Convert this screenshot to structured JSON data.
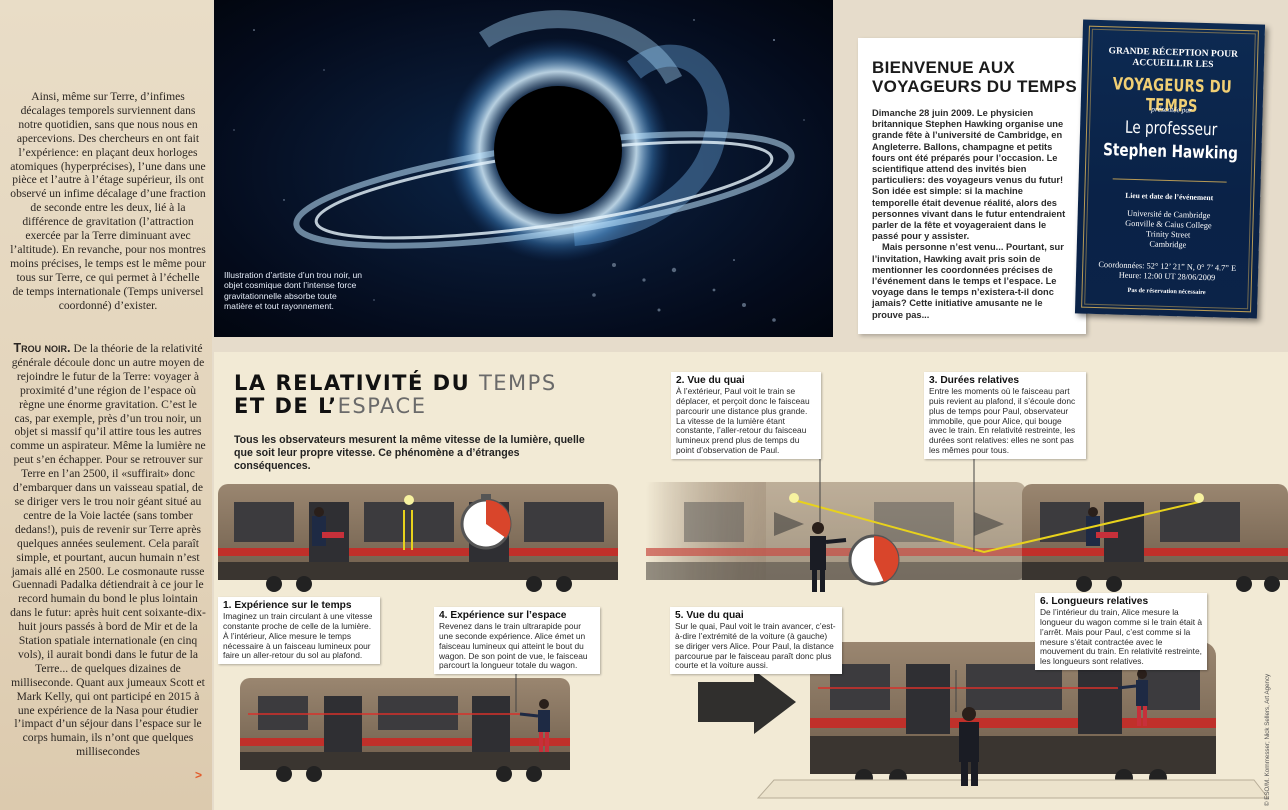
{
  "left_column": {
    "para1": "Ainsi, même sur Terre, d’infimes décalages temporels surviennent dans notre quotidien, sans que nous nous en apercevions. Des chercheurs en ont fait l’expérience: en plaçant deux horloges atomiques (hyperprécises), l’une dans une pièce et l’autre à l’étage supérieur, ils ont observé un infime décalage d’une fraction de seconde entre les deux, lié à la différence de gravitation (l’attraction exercée par la Terre diminuant avec l’altitude). En revanche, pour nos montres moins précises, le temps est le même pour tous sur Terre, ce qui permet à l’échelle de temps internationale (Temps universel coordonné) d’exister.",
    "lead": "Trou noir.",
    "para2": "De la théorie de la relativité générale découle donc un autre moyen de rejoindre le futur de la Terre: voyager à proximité d’une région de l’espace où règne une énorme gravitation. C’est le cas, par exemple, près d’un trou noir, un objet si massif qu’il attire tous les autres comme un aspirateur. Même la lumière ne peut s’en échapper. Pour se retrouver sur Terre en l’an 2500, il «suffirait» donc d’embarquer dans un vaisseau spatial, de se diriger vers le trou noir géant situé au centre de la Voie lactée (sans tomber dedans!), puis de revenir sur Terre après quelques années seulement. Cela paraît simple, et pourtant, aucun humain n’est jamais allé en 2500. Le cosmonaute russe Guennadi Padalka détiendrait à ce jour le record humain du bond le plus lointain dans le futur: après huit cent soixante-dix-huit jours passés à bord de Mir et de la Station spatiale internationale (en cinq vols), il aurait bondi dans le futur de la Terre... de quelques dizaines de milliseconde. Quant aux jumeaux Scott et Mark Kelly, qui ont participé en 2015 à une expérience de la Nasa pour étudier l’impact d’un séjour dans l’espace sur le corps humain, ils n’ont que quelques millisecondes",
    "continue_marker": ">"
  },
  "image": {
    "caption": "Illustration d’artiste d’un trou noir, un objet cosmique dont l’intense force gravitationnelle absorbe toute matière et tout rayonnement."
  },
  "news": {
    "title": "BIENVENUE AUX VOYAGEURS DU TEMPS",
    "body1": "Dimanche 28 juin 2009. Le physicien britannique Stephen Hawking organise une grande fête à l’université de Cambridge, en Angleterre. Ballons, champagne et petits fours ont été préparés pour l’occasion. Le scientifique attend des invités bien particuliers: des voyageurs venus du futur! Son idée est simple: si la machine temporelle était devenue réalité, alors des personnes vivant dans le futur entendraient parler de la fête et voyageraient dans le passé pour y assister.",
    "body2": "Mais personne n’est venu... Pourtant, sur l’invitation, Hawking avait pris soin de mentionner les coordonnées précises de l’événement dans le temps et l’espace. Le voyage dans le temps n’existera-t-il donc jamais? Cette initiative amusante ne le prouve pas..."
  },
  "invitation": {
    "kicker": "GRANDE RÉCEPTION POUR ACCUEILLIR LES",
    "title": "VOYAGEURS DU TEMPS",
    "presented": "présentée par",
    "prof_line1": "Le professeur",
    "prof_line2": "Stephen Hawking",
    "lieu_label": "Lieu et date de l’événement",
    "address": [
      "Université de Cambridge",
      "Gonville & Caius College",
      "Trinity Street",
      "Cambridge"
    ],
    "coords": "Coordonnées: 52° 12’ 21” N, 0° 7’ 4.7” E",
    "heure": "Heure: 12:00 UT 28/06/2009",
    "note": "Pas de réservation nécessaire",
    "colors": {
      "card": "#0b2348",
      "gold": "#f1cf74"
    }
  },
  "infographic": {
    "title_line1_a": "LA RELATIVITÉ DU ",
    "title_line1_b": "TEMPS",
    "title_line2_a": "ET DE L’",
    "title_line2_b": "ESPACE",
    "lede": "Tous les observateurs mesurent la même vitesse de la lumière, quelle que soit leur propre vitesse. Ce phénomène a d’étranges conséquences.",
    "steps": [
      {
        "title": "1. Expérience sur le temps",
        "text": "Imaginez un train circulant à une vitesse constante proche de celle de la lumière. À l’intérieur, Alice mesure le temps nécessaire à un faisceau lumineux pour faire un aller-retour du sol au plafond."
      },
      {
        "title": "2. Vue du quai",
        "text": "À l’extérieur, Paul voit le train se déplacer, et perçoit donc le faisceau parcourir une distance plus grande. La vitesse de la lumière étant constante, l’aller-retour du faisceau lumineux prend plus de temps du point d’observation de Paul."
      },
      {
        "title": "3. Durées relatives",
        "text": "Entre les moments où le faisceau part puis revient au plafond, il s’écoule donc plus de temps pour Paul, observateur immobile, que pour Alice, qui bouge avec le train. En relativité restreinte, les durées sont relatives: elles ne sont pas les mêmes pour tous."
      },
      {
        "title": "4. Expérience sur l’espace",
        "text": "Revenez dans le train ultrarapide pour une seconde expérience. Alice émet un faisceau lumineux qui atteint le bout du wagon. De son point de vue, le faisceau parcourt la longueur totale du wagon."
      },
      {
        "title": "5. Vue du quai",
        "text": "Sur le quai, Paul voit le train avancer, c’est-à-dire l’extrémité de la voiture (à gauche) se diriger vers Alice. Pour Paul, la distance parcourue par le faisceau paraît donc plus courte et la voiture aussi."
      },
      {
        "title": "6. Longueurs relatives",
        "text": "De l’intérieur du train, Alice mesure la longueur du wagon comme si le train était à l’arrêt. Mais pour Paul, c’est comme si la mesure s’était contractée avec le mouvement du train. En relativité restreinte, les longueurs sont relatives."
      }
    ],
    "credit": "© ESO/M. Kornmesser; Nick Sellers, Art Agency",
    "colors": {
      "panel": "#f2ead5",
      "train_body": "#8a7560",
      "train_stripe": "#c0302a",
      "beam": "#e8d21c",
      "timer": "#d9452b"
    }
  }
}
